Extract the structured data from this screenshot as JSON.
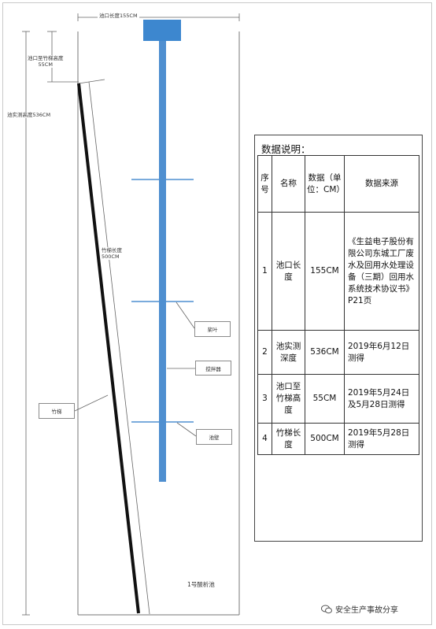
{
  "diagram": {
    "width_label": "池口长度155CM",
    "rim_height_label": "池口至竹梯高度\n55CM",
    "depth_label": "池实测高度536CM",
    "ladder_label": "竹梯长度\n500CM",
    "pool_name": "1号酸析池",
    "callouts": {
      "blade": "桨叶",
      "stirrer": "搅拌器",
      "wall": "池壁",
      "ladder": "竹梯"
    },
    "colors": {
      "shaft": "#4f8fd0",
      "motor": "#3d87cf",
      "ladder": "#111111"
    }
  },
  "info_panel": {
    "title": "数据说明：",
    "headers": [
      "序号",
      "名称",
      "数据（单位：CM）",
      "数据来源"
    ],
    "rows": [
      [
        "1",
        "池口长度",
        "155CM",
        "《生益电子股份有限公司东城工厂废水及回用水处理设备（三期）回用水系统技术协议书》P21页"
      ],
      [
        "2",
        "池实测深度",
        "536CM",
        "2019年6月12日测得"
      ],
      [
        "3",
        "池口至竹梯高度",
        "55CM",
        "2019年5月24日及5月28日测得"
      ],
      [
        "4",
        "竹梯长度",
        "500CM",
        "2019年5月28日测得"
      ]
    ]
  },
  "watermark": "安全生产事故分享"
}
